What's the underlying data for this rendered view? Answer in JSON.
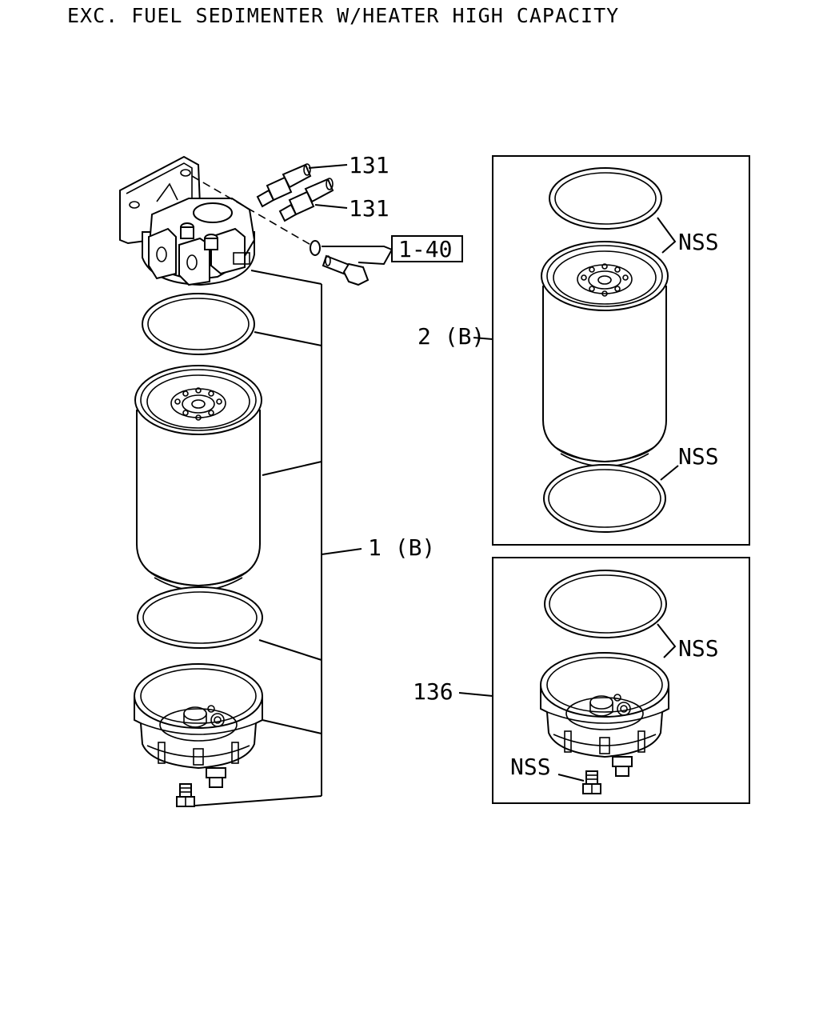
{
  "title": "EXC. FUEL SEDIMENTER W/HEATER HIGH CAPACITY",
  "labels": {
    "connector_top": "131",
    "connector_bottom": "131",
    "bolt_ref": "1-40",
    "main_assembly": "1 (B)",
    "element_kit": "2 (B)",
    "bowl_kit": "136",
    "nss_element_top": "NSS",
    "nss_element_bottom": "NSS",
    "nss_bowl_ring": "NSS",
    "nss_drain_plug": "NSS"
  }
}
